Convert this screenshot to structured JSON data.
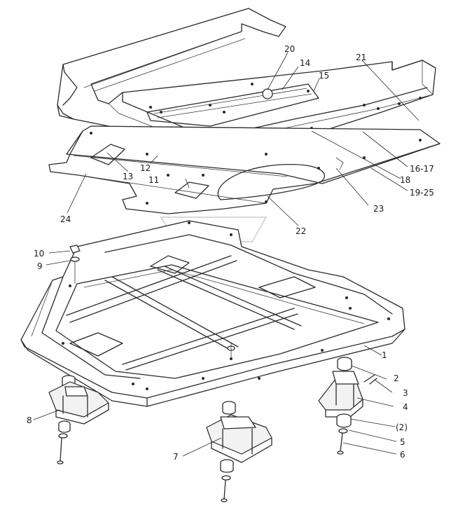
{
  "callouts": {
    "c1": "1",
    "c2": "2",
    "c3": "3",
    "c4": "4",
    "c2b": "(2)",
    "c5": "5",
    "c6": "6",
    "c7": "7",
    "c8": "8",
    "c9": "9",
    "c10": "10",
    "c11": "11",
    "c12": "12",
    "c13": "13",
    "c14": "14",
    "c15": "15",
    "c1617": "16-17",
    "c18": "18",
    "c1925": "19-25",
    "c20": "20",
    "c21": "21",
    "c22": "22",
    "c23": "23",
    "c24": "24"
  }
}
